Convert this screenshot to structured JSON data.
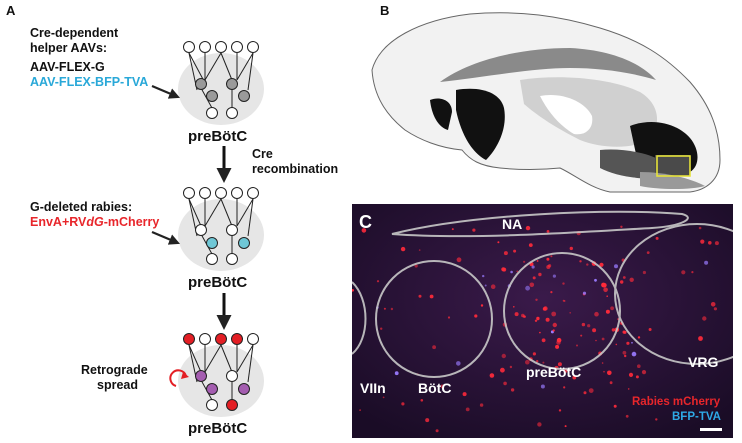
{
  "panels": {
    "a": "A",
    "b": "B",
    "c": "C"
  },
  "panel_a": {
    "helper_title": [
      "Cre-dependent",
      "helper AAVs:"
    ],
    "helper_virus_1": "AAV-FLEX-G",
    "helper_virus_2": "AAV-FLEX-BFP-TVA",
    "cre_step": [
      "Cre",
      "recombination"
    ],
    "rabies_title": "G-deleted rabies:",
    "rabies_virus_prefix": "EnvA+RV",
    "rabies_virus_italic": "dG",
    "rabies_virus_suffix": "-mCherry",
    "retrograde_step": [
      "Retrograde",
      "spread"
    ],
    "region_label": "preBötC"
  },
  "panel_c": {
    "region_labels": {
      "na": "NA",
      "viin": "VIIn",
      "botc": "BötC",
      "prebotc": "preBötC",
      "vrg": "VRG"
    },
    "legend": {
      "rabies": "Rabies mCherry",
      "bfp": "BFP-TVA"
    }
  },
  "colors": {
    "cyan_label": "#29a8d8",
    "red_label": "#e8262b",
    "gray_cell": "#9a9a9a",
    "cyan_cell": "#6fc7d6",
    "red_cell": "#e31e24",
    "purple_cell": "#a45db0",
    "ellipse_fill": "#e6e6e6",
    "micro_background": "#1c0d2a"
  }
}
